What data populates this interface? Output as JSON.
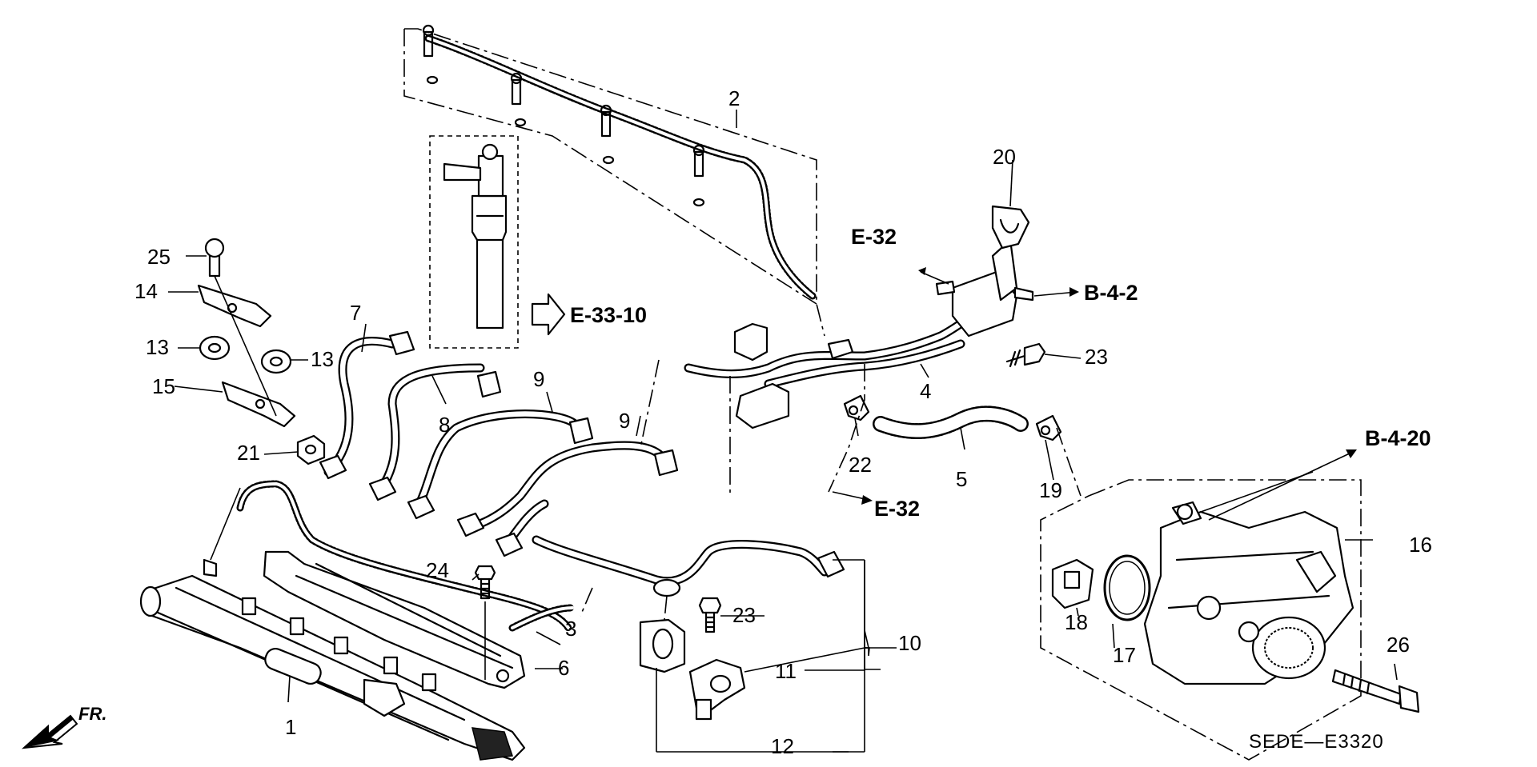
{
  "diagram": {
    "code": "SEDE—E3320",
    "direction_label": "FR.",
    "part_numbers": {
      "p1": "1",
      "p2": "2",
      "p3": "3",
      "p4": "4",
      "p5": "5",
      "p6": "6",
      "p7": "7",
      "p8": "8",
      "p9a": "9",
      "p9b": "9",
      "p10": "10",
      "p11": "11",
      "p12": "12",
      "p13a": "13",
      "p13b": "13",
      "p14": "14",
      "p15": "15",
      "p16": "16",
      "p17": "17",
      "p18": "18",
      "p19": "19",
      "p20": "20",
      "p21": "21",
      "p22": "22",
      "p23a": "23",
      "p23b": "23",
      "p24": "24",
      "p25": "25",
      "p26": "26"
    },
    "references": {
      "e33_10": "E-33-10",
      "e32_top": "E-32",
      "e32_bottom": "E-32",
      "b4_2": "B-4-2",
      "b4_20": "B-4-20"
    }
  }
}
